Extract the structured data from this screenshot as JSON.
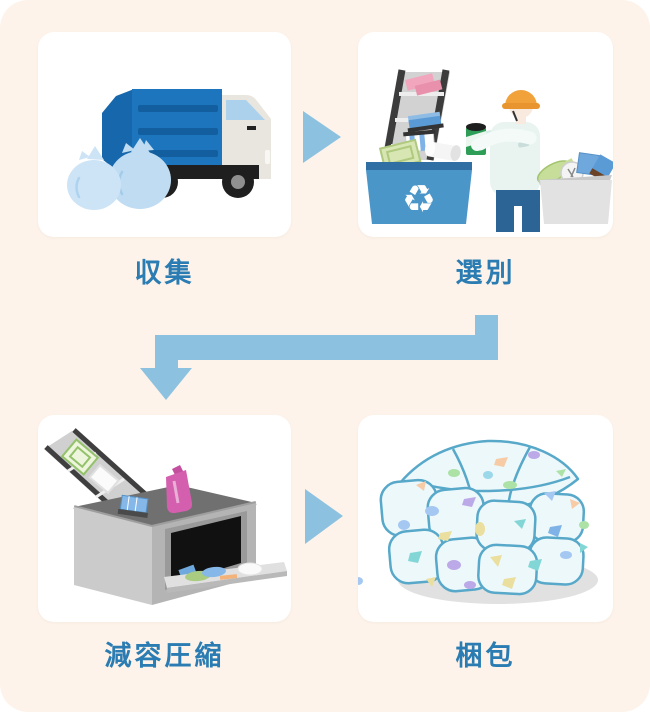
{
  "process": {
    "steps": [
      {
        "id": "collect",
        "label": "収集",
        "icon": "garbage-truck-icon"
      },
      {
        "id": "sort",
        "label": "選別",
        "icon": "sorting-worker-icon"
      },
      {
        "id": "compress",
        "label": "減容圧縮",
        "icon": "compactor-machine-icon"
      },
      {
        "id": "pack",
        "label": "梱包",
        "icon": "compressed-bale-icon"
      }
    ],
    "arrows": [
      {
        "from": "収集",
        "to": "選別",
        "shape": "right-triangle"
      },
      {
        "from": "選別",
        "to": "減容圧縮",
        "shape": "elbow-down-left"
      },
      {
        "from": "減容圧縮",
        "to": "梱包",
        "shape": "right-triangle"
      }
    ]
  },
  "colors": {
    "background": "#FDF3EA",
    "card": "#FFFFFF",
    "arrow": "#8CC2E0",
    "label_text": "#2A7CB2",
    "truck_blue": "#1D76BD",
    "bin_blue": "#4A96C8",
    "helmet_orange": "#F2A23B",
    "bale_outline": "#57A8C9"
  }
}
